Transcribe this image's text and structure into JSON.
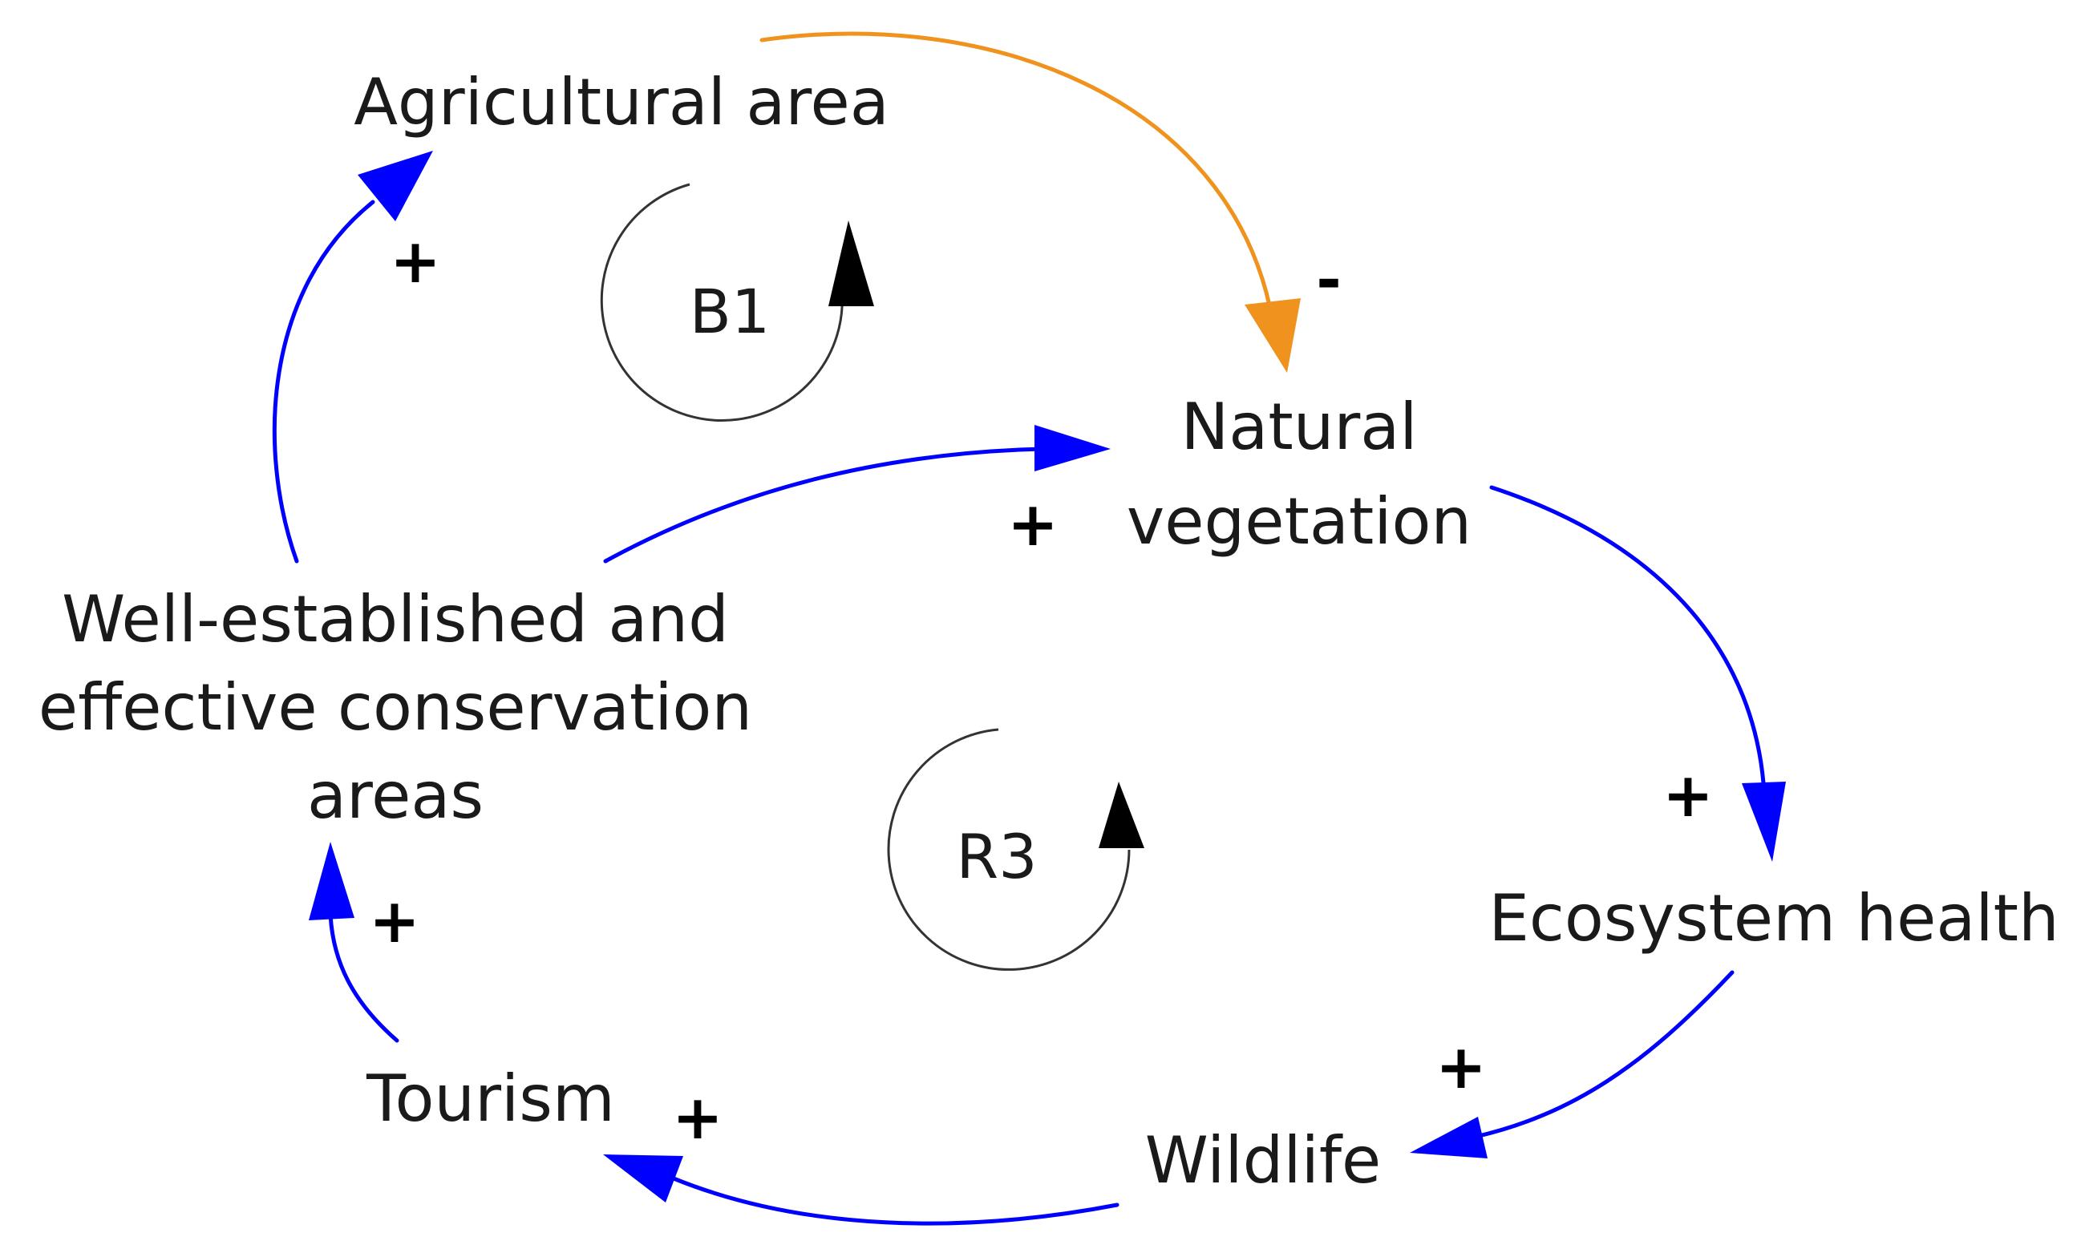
{
  "colors": {
    "positive_link": "#0000ff",
    "negative_link": "#f0921e",
    "loop_arrow": "#000000",
    "text": "#1a1a1a"
  },
  "nodes": {
    "agricultural_area": "Agricultural area",
    "natural_vegetation_line1": "Natural",
    "natural_vegetation_line2": "vegetation",
    "conservation_line1": "Well-established and",
    "conservation_line2": "effective conservation",
    "conservation_line3": "areas",
    "ecosystem_health": "Ecosystem health",
    "wildlife": "Wildlife",
    "tourism": "Tourism"
  },
  "links": {
    "conservation_to_agricultural": "+",
    "agricultural_to_vegetation": "-",
    "conservation_to_vegetation": "+",
    "vegetation_to_ecosystem": "+",
    "ecosystem_to_wildlife": "+",
    "wildlife_to_tourism": "+",
    "tourism_to_conservation": "+"
  },
  "loops": {
    "balancing": "B1",
    "reinforcing": "R3"
  }
}
